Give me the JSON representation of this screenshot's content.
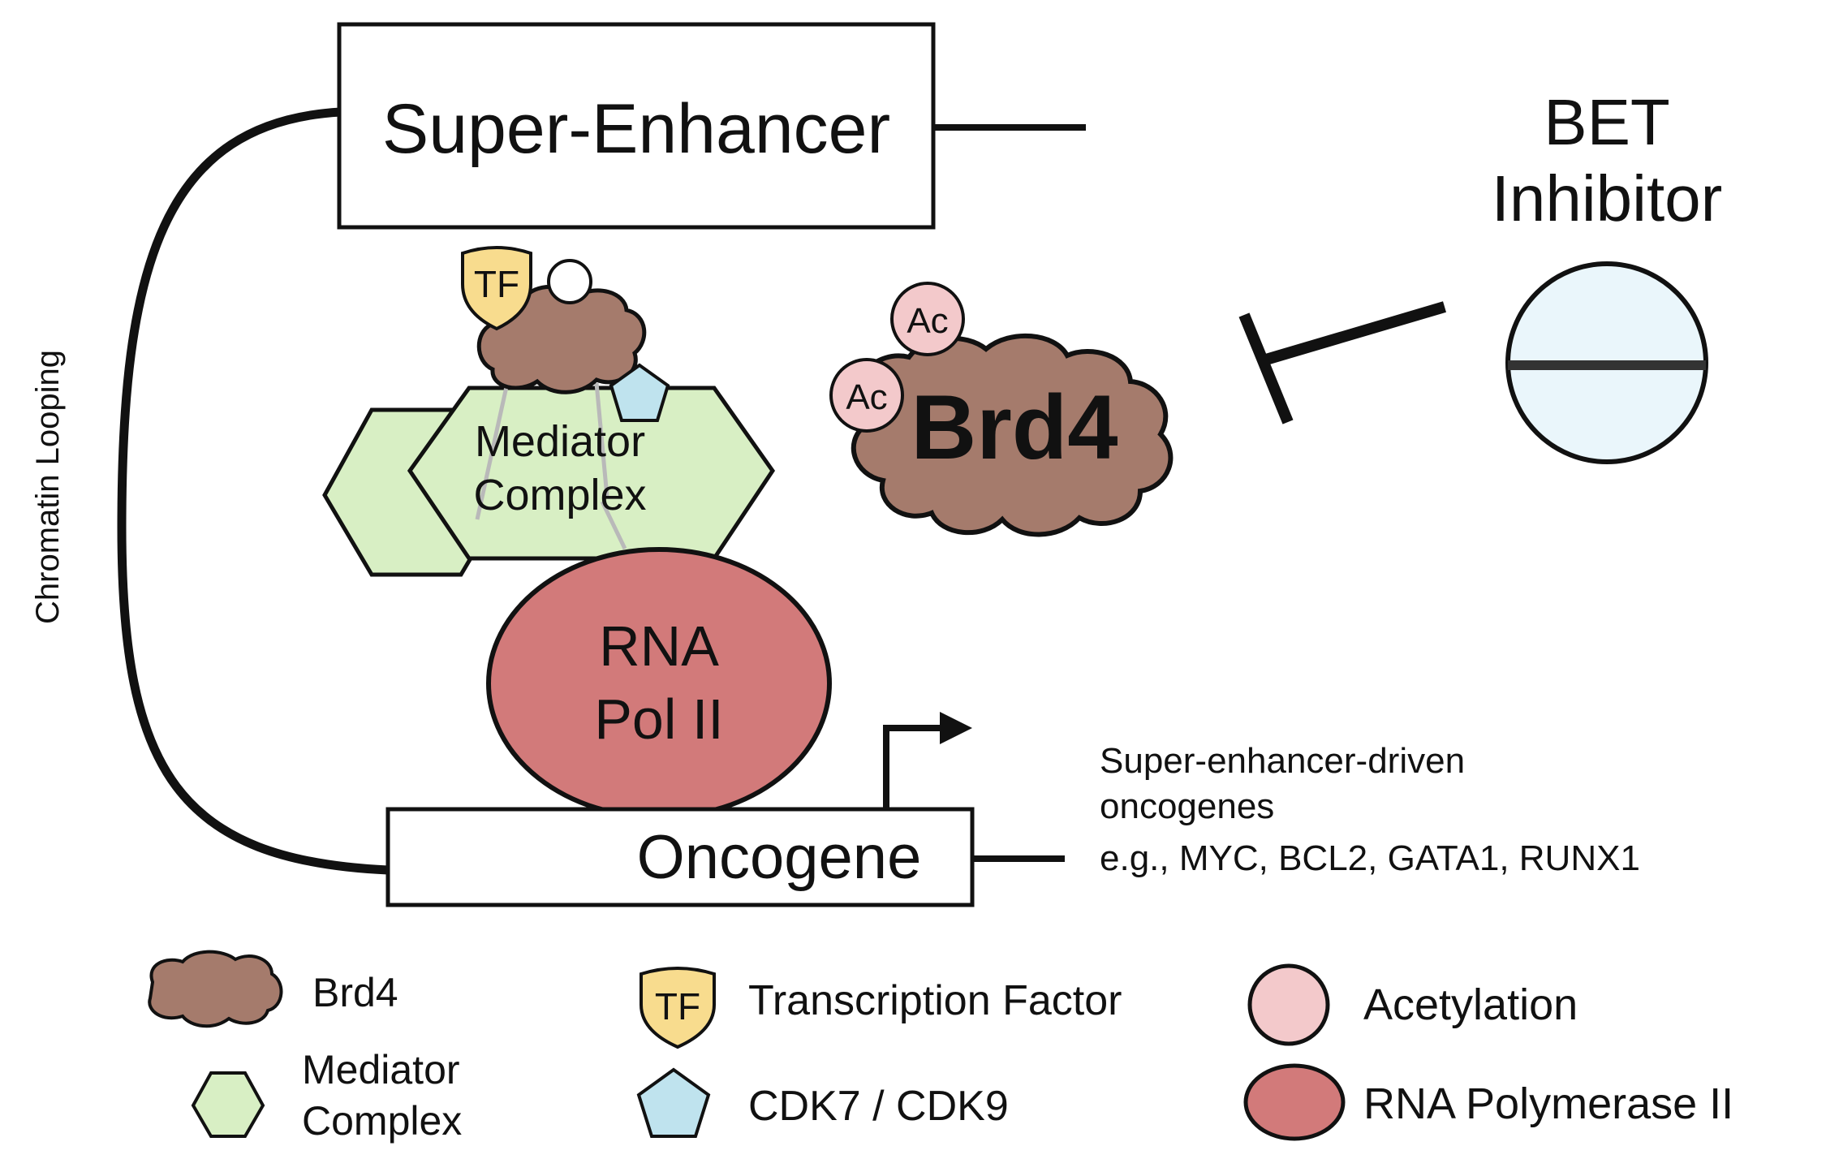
{
  "diagram": {
    "super_enhancer": "Super-Enhancer",
    "oncogene": "Oncogene",
    "chromatin_looping": "Chromatin Looping",
    "tf": "TF",
    "mediator_line1": "Mediator",
    "mediator_line2": "Complex",
    "rna_line1": "RNA",
    "rna_line2": "Pol II",
    "ac": "Ac",
    "brd4": "Brd4",
    "bet_line1": "BET",
    "bet_line2": "Inhibitor",
    "genes_line1": "Super-enhancer-driven",
    "genes_line2": "oncogenes",
    "genes_line3": "e.g., MYC, BCL2, GATA1, RUNX1"
  },
  "legend": {
    "brd4": "Brd4",
    "mediator_line1": "Mediator",
    "mediator_line2": "Complex",
    "tf_symbol": "TF",
    "transcription_factor": "Transcription Factor",
    "cdk": "CDK7 / CDK9",
    "acetylation": "Acetylation",
    "rna_polymerase": "RNA Polymerase II"
  },
  "colors": {
    "brd4": "#a57b6c",
    "mediator": "#d8efc4",
    "tf": "#f8dc8e",
    "cdk": "#bfe3ee",
    "acetylation": "#f3c9cb",
    "rna_pol": "#d27a7a",
    "bet_pill": "#eaf6fb",
    "outline": "#111111"
  }
}
